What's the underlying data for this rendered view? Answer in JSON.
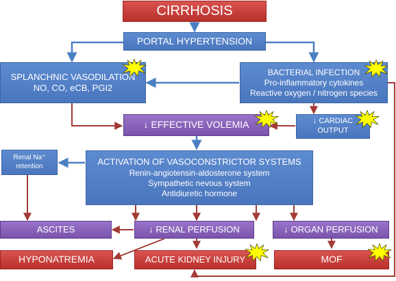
{
  "colors": {
    "blue": "#4a76bd",
    "red": "#c0392b",
    "purple": "#7a53ad",
    "blue_arrow": "#4a7fc4",
    "red_arrow": "#a33a36",
    "star": "#ffff00"
  },
  "cirrhosis": "CIRRHOSIS",
  "portal_hypertension": "PORTAL HYPERTENSION",
  "splanchnic": {
    "title": "SPLANCHNIC VASODILATION",
    "line2": "NO, CO, eCB, PGI2"
  },
  "bacterial": {
    "title": "BACTERIAL INFECTION",
    "line2": "Pro-inflammatory cytokines",
    "line3": "Reactive oxygen / nitrogen species"
  },
  "effective_volemia": "↓ EFFECTIVE VOLEMIA",
  "cardiac_output": {
    "line1": "↓  CARDIAC",
    "line2": "OUTPUT"
  },
  "renal_na": {
    "line1": "Renal Na⁺",
    "line2": "retention"
  },
  "vasoconstrictor": {
    "title": "ACTIVATION OF VASOCONSTRICTOR SYSTEMS",
    "line2": "Renin-angiotensin-aldosterone system",
    "line3": "Sympathetic nevous system",
    "line4": "Antidiuretic hormone"
  },
  "ascites": "ASCITES",
  "renal_perfusion": "↓ RENAL PERFUSION",
  "organ_perfusion": "↓ ORGAN PERFUSION",
  "hyponatremia": "HYPONATREMIA",
  "aki": "ACUTE KIDNEY INJURY",
  "mof": "MOF"
}
